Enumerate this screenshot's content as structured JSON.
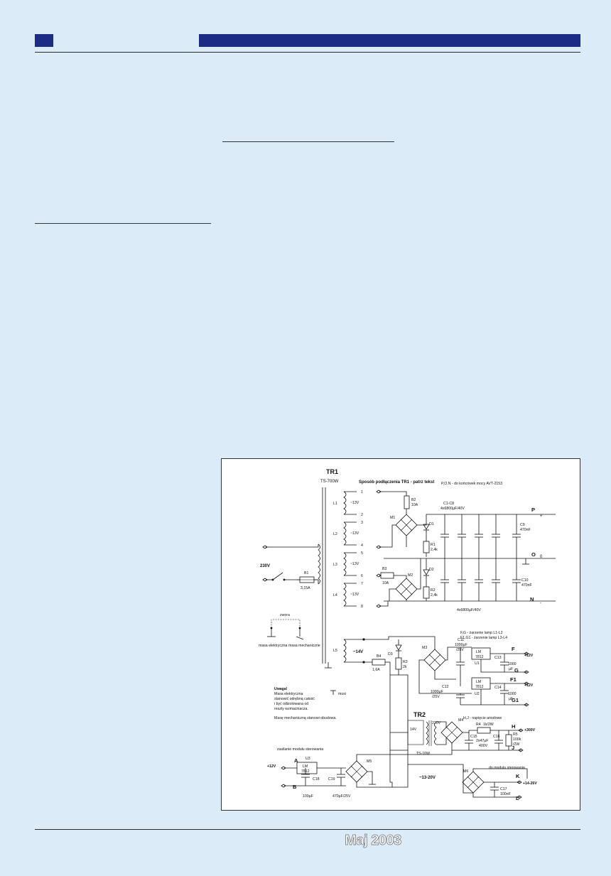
{
  "footer": {
    "issue": "Maj 2003"
  },
  "schematic": {
    "tr1": {
      "name": "TR1",
      "model": "TS-700W",
      "note": "Sposób podłączenia TR1 - patrz tekst"
    },
    "windings": [
      {
        "name": "L1",
        "volt": "~13V",
        "pins": [
          "1",
          "2"
        ]
      },
      {
        "name": "L2",
        "volt": "~13V",
        "pins": [
          "3",
          "4"
        ]
      },
      {
        "name": "L3",
        "volt": "~13V",
        "pins": [
          "5",
          "6"
        ]
      },
      {
        "name": "L4",
        "volt": "~13V",
        "pins": [
          "7",
          "8"
        ]
      }
    ],
    "l5": {
      "name": "L5",
      "volt": "~14V"
    },
    "mains": {
      "volt": "230V",
      "fuse": "B1",
      "fuse_value": "3,15A"
    },
    "ground": {
      "jumper": "zwora",
      "electric": "masa elektryczna",
      "mechanical": "masa mechaniczne"
    },
    "note": {
      "title": "Uwaga!",
      "lines": [
        "Masa elektryczna",
        "stanowić odrębną całość",
        "i być odizolowana od",
        "reszty wzmacniacza."
      ],
      "musi": "musi",
      "mech": "Masę mechaniczną stanowi obudowa."
    },
    "amp": {
      "title": "P,O,N - do końcówek mocy AVT-2153",
      "caps_top": "C1-C8",
      "caps_top_value": "4x6800µF/40V",
      "caps_bottom_value": "4x6800µF/40V",
      "b2": "B2",
      "b2v": "10A",
      "b3": "B3",
      "b3v": "10A",
      "m1": "M1",
      "m2": "M2",
      "d1": "D1",
      "d2": "D2",
      "r1": "R1",
      "r1v": "2,4k",
      "r2": "R2",
      "r2v": "2,4k",
      "c9": "C9",
      "c9v": "470nF",
      "c10": "C10",
      "c10v": "470nF",
      "p": "P",
      "o": "O",
      "n": "N",
      "plus": "+",
      "zero": "0",
      "minus": "-"
    },
    "heater": {
      "note1": "F,G - żarzenie lamp L1-L2",
      "note2": "F1,G1 - żarzenie lamp L3-L4",
      "b4": "B4",
      "b4v": "1,6A",
      "d3": "D3",
      "r3": "R3",
      "r3v": "2k",
      "m3": "M3",
      "c11": "C11",
      "c11v": [
        "1000µF",
        "/25V"
      ],
      "u1": "U1",
      "u2": "U2",
      "lm": "LM",
      "reg": "7812",
      "c13": "C13",
      "c13v": [
        "1000",
        "µF"
      ],
      "c12": "C12",
      "c12v": [
        "1000µF",
        "/25V"
      ],
      "c14": "C14",
      "c14v": [
        "1000",
        "µF"
      ],
      "f": "F",
      "g": "G",
      "f1": "F1",
      "g1": "G1",
      "plus12": "+12V"
    },
    "tr2": {
      "name": "TR2",
      "model": "TS-10W",
      "sec": "220V",
      "pri": "14V",
      "hj": "H,J - napięcie anodowe",
      "m4": "M4",
      "r4": "R4",
      "r4v": "1k/2W",
      "c15": "C15",
      "c15v": [
        "2x47µF",
        "400V"
      ],
      "c16": "C16",
      "r5": "R5",
      "r5v": [
        "100k",
        "/2W"
      ],
      "h": "H",
      "j": "J",
      "plus300": "+300V"
    },
    "ctrl": {
      "title": "zasilanie modułu sterowania",
      "u3": "U3",
      "m5": "M5",
      "a": "A",
      "b": "B",
      "plus12": "+12V",
      "c18": "C18",
      "c18v": "100µF",
      "c19": "C19",
      "c19v": "470µF/25V",
      "range": "~13-20V"
    },
    "m6": {
      "title": "do modułu sterowania",
      "m6": "M6",
      "c17": "C17",
      "c17v": "100nF",
      "k": "K",
      "l": "L",
      "kv": "+14-26V"
    }
  }
}
